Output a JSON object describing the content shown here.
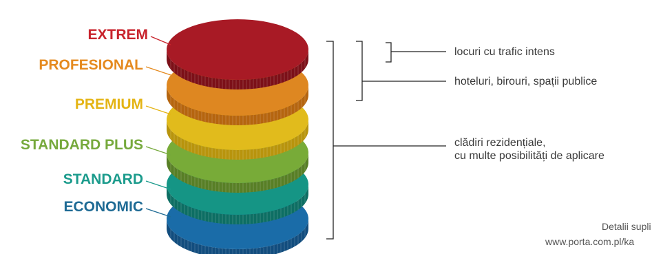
{
  "tiers": [
    {
      "id": "economic",
      "label": "ECONOMIC",
      "color": "#1e6a94",
      "disc_top": "#1a6ca8",
      "disc_side": "#124d7e"
    },
    {
      "id": "standard",
      "label": "STANDARD",
      "color": "#1b9b8c",
      "disc_top": "#159585",
      "disc_side": "#0d6e63"
    },
    {
      "id": "standard-plus",
      "label": "STANDARD PLUS",
      "color": "#76a93c",
      "disc_top": "#78ab38",
      "disc_side": "#587f26"
    },
    {
      "id": "premium",
      "label": "PREMIUM",
      "color": "#e4b414",
      "disc_top": "#e1bb1c",
      "disc_side": "#b8940d"
    },
    {
      "id": "profesional",
      "label": "PROFESIONAL",
      "color": "#e58a1f",
      "disc_top": "#de8721",
      "disc_side": "#b5650f"
    },
    {
      "id": "extrem",
      "label": "EXTREM",
      "color": "#c8232c",
      "disc_top": "#a81a25",
      "disc_side": "#7c1018"
    }
  ],
  "descriptions": {
    "high_traffic": "locuri cu trafic intens",
    "commercial": "hoteluri, birouri, spații publice",
    "residential_line1": "clădiri rezidențiale,",
    "residential_line2": "cu multe posibilități de aplicare"
  },
  "footer": {
    "line1": "Detalii supli",
    "line2": "www.porta.com.pl/ka"
  }
}
